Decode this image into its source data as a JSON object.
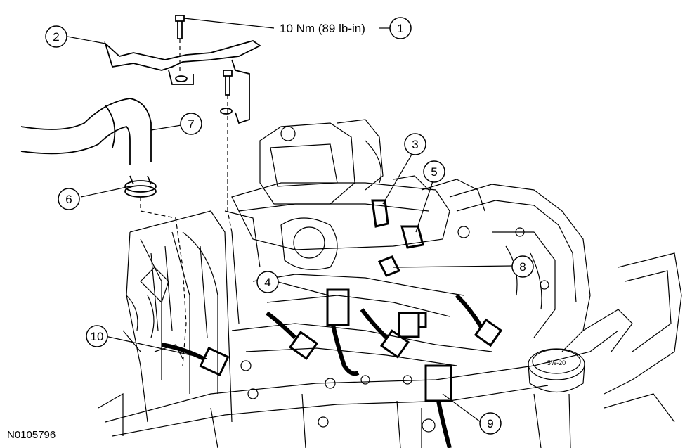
{
  "figure_id": "N0105796",
  "torque_spec": "10 Nm (89 lb-in)",
  "callouts": [
    {
      "id": "1",
      "label": "1"
    },
    {
      "id": "2",
      "label": "2"
    },
    {
      "id": "3",
      "label": "3"
    },
    {
      "id": "4",
      "label": "4"
    },
    {
      "id": "5",
      "label": "5"
    },
    {
      "id": "6",
      "label": "6"
    },
    {
      "id": "7",
      "label": "7"
    },
    {
      "id": "8",
      "label": "8"
    },
    {
      "id": "9",
      "label": "9"
    },
    {
      "id": "10",
      "label": "10"
    }
  ],
  "oil_cap_text": "5W-20"
}
